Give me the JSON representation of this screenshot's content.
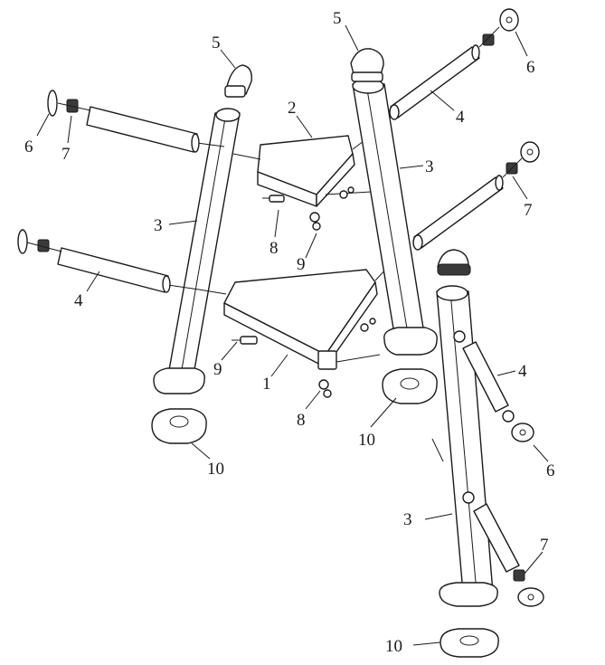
{
  "diagram": {
    "callouts": [
      {
        "id": "c-5a",
        "text": "5"
      },
      {
        "id": "c-5b",
        "text": "5"
      },
      {
        "id": "c-6a",
        "text": "6"
      },
      {
        "id": "c-7a",
        "text": "7"
      },
      {
        "id": "c-6b",
        "text": "6"
      },
      {
        "id": "c-4a",
        "text": "4"
      },
      {
        "id": "c-2",
        "text": "2"
      },
      {
        "id": "c-3a",
        "text": "3"
      },
      {
        "id": "c-3b",
        "text": "3"
      },
      {
        "id": "c-7b",
        "text": "7"
      },
      {
        "id": "c-8a",
        "text": "8"
      },
      {
        "id": "c-9a",
        "text": "9"
      },
      {
        "id": "c-4b",
        "text": "4"
      },
      {
        "id": "c-9b",
        "text": "9"
      },
      {
        "id": "c-1",
        "text": "1"
      },
      {
        "id": "c-8b",
        "text": "8"
      },
      {
        "id": "c-4c",
        "text": "4"
      },
      {
        "id": "c-10a",
        "text": "10"
      },
      {
        "id": "c-10b",
        "text": "10"
      },
      {
        "id": "c-6c",
        "text": "6"
      },
      {
        "id": "c-3c",
        "text": "3"
      },
      {
        "id": "c-7c",
        "text": "7"
      },
      {
        "id": "c-10c",
        "text": "10"
      }
    ]
  }
}
